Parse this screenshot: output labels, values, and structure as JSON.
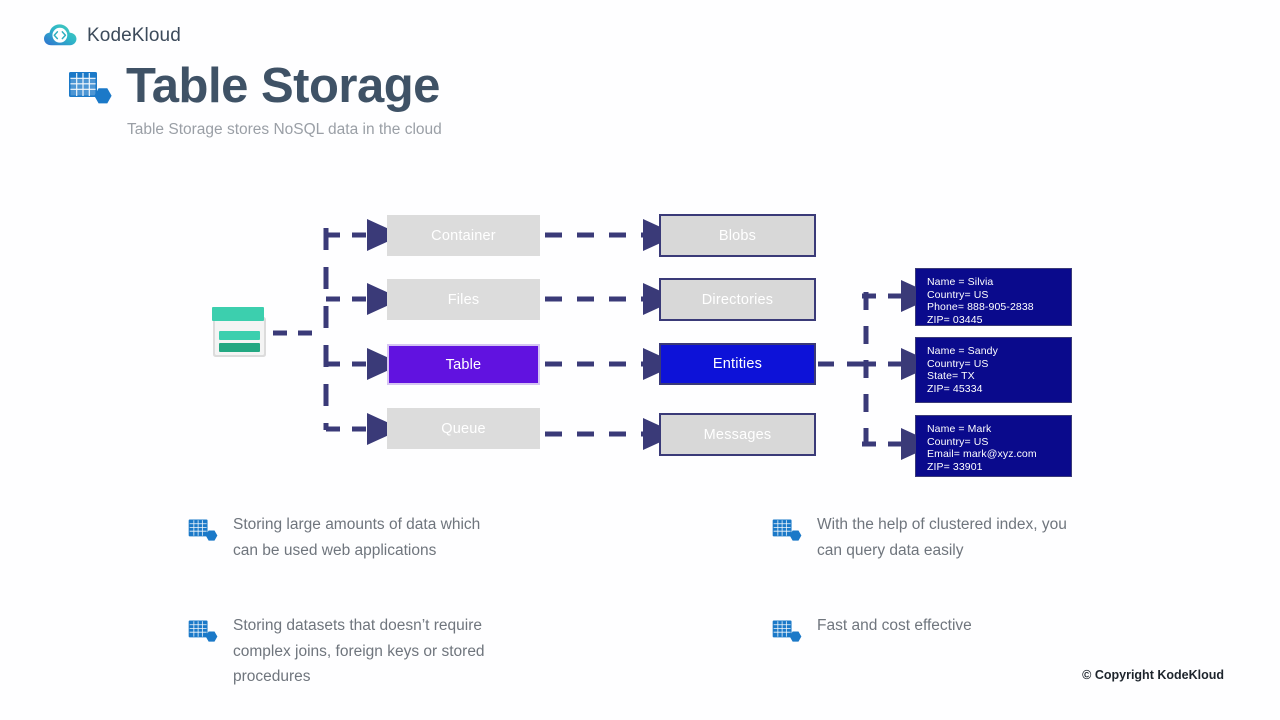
{
  "brand": {
    "name": "KodeKloud",
    "logo_icon": "cloud-code-icon"
  },
  "header": {
    "icon": "table-storage-icon",
    "title": "Table Storage",
    "subtitle": "Table Storage stores NoSQL data in the cloud"
  },
  "diagram": {
    "source_icon": "storage-account-icon",
    "services": [
      {
        "label": "Container",
        "style": "plain"
      },
      {
        "label": "Files",
        "style": "plain"
      },
      {
        "label": "Table",
        "style": "accent-purple"
      },
      {
        "label": "Queue",
        "style": "plain"
      }
    ],
    "objects": [
      {
        "label": "Blobs",
        "style": "bordered"
      },
      {
        "label": "Directories",
        "style": "bordered"
      },
      {
        "label": "Entities",
        "style": "accent-blue"
      },
      {
        "label": "Messages",
        "style": "bordered"
      }
    ],
    "entities": [
      {
        "lines": [
          "Name = Silvia",
          "Country= US",
          "Phone= 888-905-2838",
          "ZIP= 03445"
        ]
      },
      {
        "lines": [
          "Name = Sandy",
          "Country= US",
          "State= TX",
          "ZIP= 45334"
        ]
      },
      {
        "lines": [
          "Name = Mark",
          "Country= US",
          "Email= mark@xyz.com",
          "ZIP= 33901"
        ]
      }
    ]
  },
  "bullets": [
    {
      "icon": "table-storage-icon",
      "text": "Storing large amounts of data which can be used web applications"
    },
    {
      "icon": "table-storage-icon",
      "text": "With the help of clustered index, you can query data easily"
    },
    {
      "icon": "table-storage-icon",
      "text": "Storing datasets that doesn’t require complex joins, foreign keys or stored procedures"
    },
    {
      "icon": "table-storage-icon",
      "text": "Fast and cost effective"
    }
  ],
  "footer": {
    "copyright": "© Copyright KodeKloud"
  },
  "colors": {
    "title": "#3f5266",
    "accent_purple": "#6112e0",
    "accent_blue": "#0d12d8",
    "entity_navy": "#0a0a8c",
    "connector": "#3a3a78",
    "node_gray": "#dcdcdc",
    "body_text": "#6f757d"
  }
}
